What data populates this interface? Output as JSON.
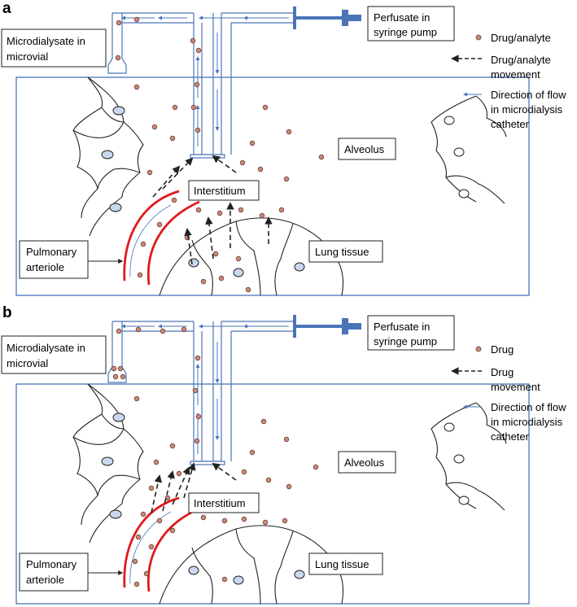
{
  "colors": {
    "catheter": "#4a74b8",
    "dot_fill": "#c98a7a",
    "dot_stroke": "#6b3a2f",
    "vessel": "#e01b1b",
    "cell_nucleus": "#c9d8ee",
    "line": "#222222"
  },
  "icons": {
    "syringe": "syringe-icon",
    "drug_dot": "drug-dot-icon",
    "dashed_arrow": "dashed-arrow-icon",
    "flow_arrow": "flow-arrow-icon"
  },
  "panels": [
    {
      "letter": "a",
      "perfusate_line1": "Perfusate in",
      "perfusate_line2": "syringe pump",
      "microvial_line1": "Microdialysate in",
      "microvial_line2": "microvial",
      "legend_dot": "Drug/analyte",
      "legend_move_line1": "Drug/analyte",
      "legend_move_line2": "movement",
      "legend_flow_line1": "Direction of flow",
      "legend_flow_line2": "in microdialysis",
      "legend_flow_line3": "catheter",
      "alveolus": "Alveolus",
      "interstitium": "Interstitium",
      "lung_tissue": "Lung tissue",
      "arteriole_line1": "Pulmonary",
      "arteriole_line2": "arteriole"
    },
    {
      "letter": "b",
      "perfusate_line1": "Perfusate in",
      "perfusate_line2": "syringe pump",
      "microvial_line1": "Microdialysate in",
      "microvial_line2": "microvial",
      "legend_dot": "Drug",
      "legend_move_line1": "Drug",
      "legend_move_line2": "movement",
      "legend_flow_line1": "Direction of flow",
      "legend_flow_line2": "in microdialysis",
      "legend_flow_line3": "catheter",
      "alveolus": "Alveolus",
      "interstitium": "Interstitium",
      "lung_tissue": "Lung tissue",
      "arteriole_line1": "Pulmonary",
      "arteriole_line2": "arteriole"
    }
  ]
}
